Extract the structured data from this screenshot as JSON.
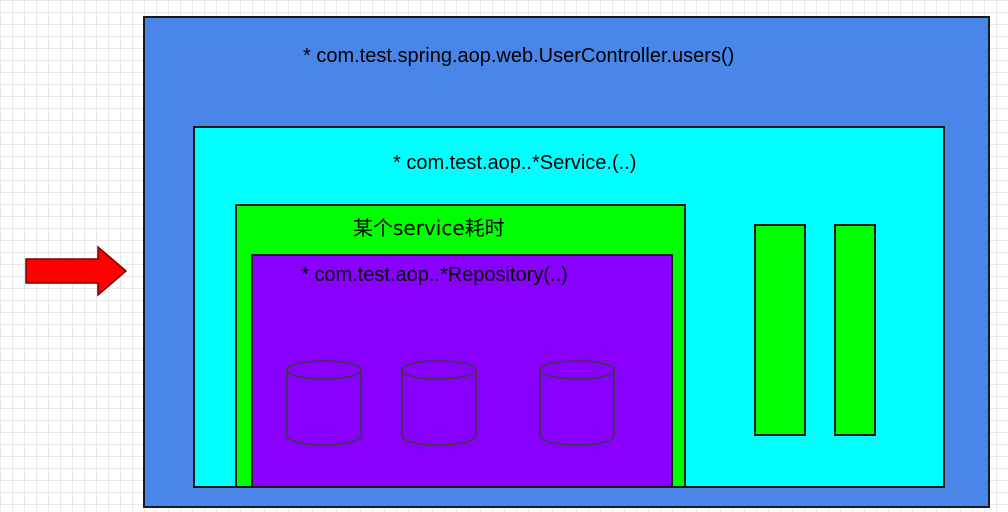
{
  "diagram": {
    "controller": {
      "label": "* com.test.spring.aop.web.UserController.users()"
    },
    "service": {
      "label": "* com.test.aop..*Service.(..)"
    },
    "service_time": {
      "label": "某个service耗时"
    },
    "repository": {
      "label": "* com.test.aop..*Repository(..)"
    },
    "databases": [
      "database-icon",
      "database-icon",
      "database-icon"
    ],
    "arrow_icon": "right-arrow-icon",
    "colors": {
      "controller": "#4a86e8",
      "service": "#00ffff",
      "service_time": "#00ff00",
      "repository": "#8a00ff",
      "arrow": "#ff0000"
    }
  }
}
